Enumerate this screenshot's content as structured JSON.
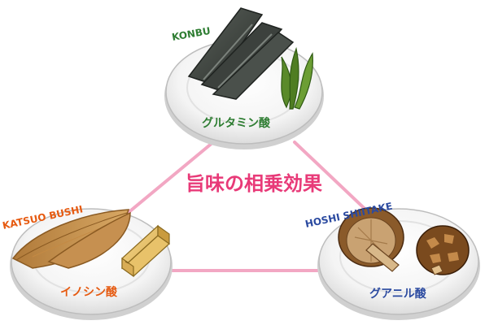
{
  "title": "旨味の相乗効果",
  "nodes": {
    "konbu": {
      "label": "KONBU",
      "compound": "グルタミン酸",
      "label_color": "#2e7d32",
      "compound_color": "#2e7d32"
    },
    "katsuo": {
      "label": "KATSUO BUSHI",
      "compound": "イノシン酸",
      "label_color": "#e65a10",
      "compound_color": "#e65a10"
    },
    "shiitake": {
      "label": "HOSHI SHIITAKE",
      "compound": "グアニル酸",
      "label_color": "#2b4aa0",
      "compound_color": "#2b4aa0"
    }
  },
  "colors": {
    "connector": "#f2a7c3",
    "title_fill": "#e83a78",
    "title_stroke": "#ffffff",
    "plate_fill": "#f6f6f6",
    "plate_edge": "#bdbdbd"
  },
  "icons": [
    "konbu-kelp-icon",
    "seaweed-icon",
    "katsuobushi-fillet-icon",
    "katsuobushi-block-icon",
    "shiitake-mushroom-icon"
  ]
}
